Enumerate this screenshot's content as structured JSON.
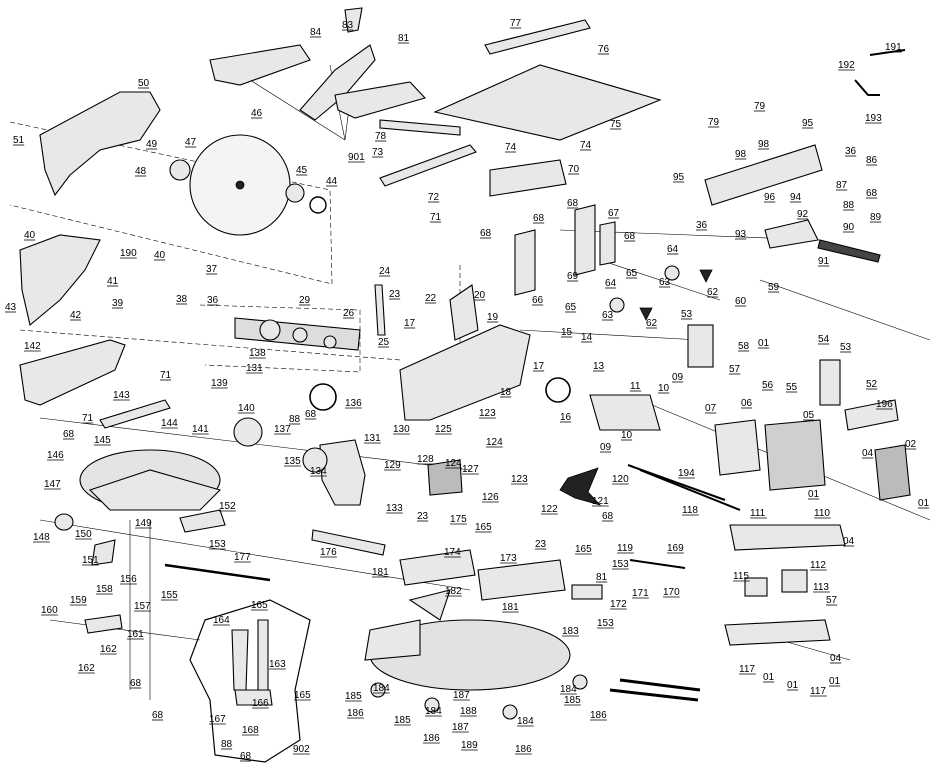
{
  "labels": [
    {
      "id": "l83",
      "text": "83"
    },
    {
      "id": "l84",
      "text": "84"
    },
    {
      "id": "l81",
      "text": "81"
    },
    {
      "id": "l77",
      "text": "77"
    },
    {
      "id": "l76",
      "text": "76"
    },
    {
      "id": "l191",
      "text": "191"
    },
    {
      "id": "l192",
      "text": "192"
    },
    {
      "id": "l193",
      "text": "193"
    },
    {
      "id": "l50",
      "text": "50"
    },
    {
      "id": "l46",
      "text": "46"
    },
    {
      "id": "l51",
      "text": "51"
    },
    {
      "id": "l49",
      "text": "49"
    },
    {
      "id": "l47",
      "text": "47"
    },
    {
      "id": "l48",
      "text": "48"
    },
    {
      "id": "l45",
      "text": "45"
    },
    {
      "id": "l44",
      "text": "44"
    },
    {
      "id": "l78",
      "text": "78"
    },
    {
      "id": "l901",
      "text": "901"
    },
    {
      "id": "l75",
      "text": "75"
    },
    {
      "id": "l73",
      "text": "73"
    },
    {
      "id": "l74a",
      "text": "74"
    },
    {
      "id": "l74b",
      "text": "74"
    },
    {
      "id": "l70",
      "text": "70"
    },
    {
      "id": "l72",
      "text": "72"
    },
    {
      "id": "l71a",
      "text": "71"
    },
    {
      "id": "l68a",
      "text": "68"
    },
    {
      "id": "l68b",
      "text": "68"
    },
    {
      "id": "l68c",
      "text": "68"
    },
    {
      "id": "l67",
      "text": "67"
    },
    {
      "id": "l68d",
      "text": "68"
    },
    {
      "id": "l79a",
      "text": "79"
    },
    {
      "id": "l79b",
      "text": "79"
    },
    {
      "id": "l98a",
      "text": "98"
    },
    {
      "id": "l98b",
      "text": "98"
    },
    {
      "id": "l95a",
      "text": "95"
    },
    {
      "id": "l36a",
      "text": "36"
    },
    {
      "id": "l86",
      "text": "86"
    },
    {
      "id": "l87",
      "text": "87"
    },
    {
      "id": "l68e",
      "text": "68"
    },
    {
      "id": "l88a",
      "text": "88"
    },
    {
      "id": "l89",
      "text": "89"
    },
    {
      "id": "l95b",
      "text": "95"
    },
    {
      "id": "l96",
      "text": "96"
    },
    {
      "id": "l94",
      "text": "94"
    },
    {
      "id": "l92",
      "text": "92"
    },
    {
      "id": "l36b",
      "text": "36"
    },
    {
      "id": "l93",
      "text": "93"
    },
    {
      "id": "l90",
      "text": "90"
    },
    {
      "id": "l91",
      "text": "91"
    },
    {
      "id": "l40a",
      "text": "40"
    },
    {
      "id": "l190",
      "text": "190"
    },
    {
      "id": "l40b",
      "text": "40"
    },
    {
      "id": "l41",
      "text": "41"
    },
    {
      "id": "l37",
      "text": "37"
    },
    {
      "id": "l43",
      "text": "43"
    },
    {
      "id": "l42",
      "text": "42"
    },
    {
      "id": "l39",
      "text": "39"
    },
    {
      "id": "l38",
      "text": "38"
    },
    {
      "id": "l36c",
      "text": "36"
    },
    {
      "id": "l24",
      "text": "24"
    },
    {
      "id": "l20",
      "text": "20"
    },
    {
      "id": "l29",
      "text": "29"
    },
    {
      "id": "l23",
      "text": "23"
    },
    {
      "id": "l22",
      "text": "22"
    },
    {
      "id": "l17a",
      "text": "17"
    },
    {
      "id": "l26",
      "text": "26"
    },
    {
      "id": "l25",
      "text": "25"
    },
    {
      "id": "l69",
      "text": "69"
    },
    {
      "id": "l66",
      "text": "66"
    },
    {
      "id": "l65a",
      "text": "65"
    },
    {
      "id": "l64a",
      "text": "64"
    },
    {
      "id": "l63a",
      "text": "63"
    },
    {
      "id": "l62a",
      "text": "62"
    },
    {
      "id": "l65b",
      "text": "65"
    },
    {
      "id": "l64b",
      "text": "64"
    },
    {
      "id": "l63b",
      "text": "63"
    },
    {
      "id": "l62b",
      "text": "62"
    },
    {
      "id": "l60",
      "text": "60"
    },
    {
      "id": "l59",
      "text": "59"
    },
    {
      "id": "l53a",
      "text": "53"
    },
    {
      "id": "l58",
      "text": "58"
    },
    {
      "id": "l01a",
      "text": "01"
    },
    {
      "id": "l54",
      "text": "54"
    },
    {
      "id": "l53b",
      "text": "53"
    },
    {
      "id": "l57a",
      "text": "57"
    },
    {
      "id": "l56",
      "text": "56"
    },
    {
      "id": "l55",
      "text": "55"
    },
    {
      "id": "l52",
      "text": "52"
    },
    {
      "id": "l142",
      "text": "142"
    },
    {
      "id": "l138",
      "text": "138"
    },
    {
      "id": "l131a",
      "text": "131"
    },
    {
      "id": "l19",
      "text": "19"
    },
    {
      "id": "l15",
      "text": "15"
    },
    {
      "id": "l14",
      "text": "14"
    },
    {
      "id": "l13",
      "text": "13"
    },
    {
      "id": "l71b",
      "text": "71"
    },
    {
      "id": "l143",
      "text": "143"
    },
    {
      "id": "l139",
      "text": "139"
    },
    {
      "id": "l140",
      "text": "140"
    },
    {
      "id": "l136",
      "text": "136"
    },
    {
      "id": "l88b",
      "text": "88"
    },
    {
      "id": "l68f",
      "text": "68"
    },
    {
      "id": "l137",
      "text": "137"
    },
    {
      "id": "l71c",
      "text": "71"
    },
    {
      "id": "l144",
      "text": "144"
    },
    {
      "id": "l141",
      "text": "141"
    },
    {
      "id": "l17b",
      "text": "17"
    },
    {
      "id": "l18",
      "text": "18"
    },
    {
      "id": "l16",
      "text": "16"
    },
    {
      "id": "l11",
      "text": "11"
    },
    {
      "id": "l10a",
      "text": "10"
    },
    {
      "id": "l09a",
      "text": "09"
    },
    {
      "id": "l07",
      "text": "07"
    },
    {
      "id": "l06",
      "text": "06"
    },
    {
      "id": "l05",
      "text": "05"
    },
    {
      "id": "l196",
      "text": "196"
    },
    {
      "id": "l02",
      "text": "02"
    },
    {
      "id": "l68g",
      "text": "68"
    },
    {
      "id": "l145",
      "text": "145"
    },
    {
      "id": "l135",
      "text": "135"
    },
    {
      "id": "l131b",
      "text": "131"
    },
    {
      "id": "l130",
      "text": "130"
    },
    {
      "id": "l125",
      "text": "125"
    },
    {
      "id": "l123a",
      "text": "123"
    },
    {
      "id": "l124a",
      "text": "124"
    },
    {
      "id": "l10b",
      "text": "10"
    },
    {
      "id": "l09b",
      "text": "09"
    },
    {
      "id": "l04a",
      "text": "04"
    },
    {
      "id": "l146",
      "text": "146"
    },
    {
      "id": "l134",
      "text": "134"
    },
    {
      "id": "l129",
      "text": "129"
    },
    {
      "id": "l128",
      "text": "128"
    },
    {
      "id": "l124b",
      "text": "124"
    },
    {
      "id": "l127",
      "text": "127"
    },
    {
      "id": "l120",
      "text": "120"
    },
    {
      "id": "l194",
      "text": "194"
    },
    {
      "id": "l147",
      "text": "147"
    },
    {
      "id": "l126",
      "text": "126"
    },
    {
      "id": "l123b",
      "text": "123"
    },
    {
      "id": "l121",
      "text": "121"
    },
    {
      "id": "l122",
      "text": "122"
    },
    {
      "id": "l118",
      "text": "118"
    },
    {
      "id": "l01b",
      "text": "01"
    },
    {
      "id": "l01c",
      "text": "01"
    },
    {
      "id": "l152",
      "text": "152"
    },
    {
      "id": "l133",
      "text": "133"
    },
    {
      "id": "l68h",
      "text": "68"
    },
    {
      "id": "l111",
      "text": "111"
    },
    {
      "id": "l110",
      "text": "110"
    },
    {
      "id": "l148",
      "text": "148"
    },
    {
      "id": "l149",
      "text": "149"
    },
    {
      "id": "l150",
      "text": "150"
    },
    {
      "id": "l23b",
      "text": "23"
    },
    {
      "id": "l175",
      "text": "175"
    },
    {
      "id": "l165a",
      "text": "165"
    },
    {
      "id": "l153a",
      "text": "153"
    },
    {
      "id": "l176",
      "text": "176"
    },
    {
      "id": "l174",
      "text": "174"
    },
    {
      "id": "l23c",
      "text": "23"
    },
    {
      "id": "l119",
      "text": "119"
    },
    {
      "id": "l04b",
      "text": "04"
    },
    {
      "id": "l151",
      "text": "151"
    },
    {
      "id": "l177",
      "text": "177"
    },
    {
      "id": "l173",
      "text": "173"
    },
    {
      "id": "l165b",
      "text": "165"
    },
    {
      "id": "l169",
      "text": "169"
    },
    {
      "id": "l112",
      "text": "112"
    },
    {
      "id": "l181a",
      "text": "181"
    },
    {
      "id": "l153b",
      "text": "153"
    },
    {
      "id": "l115",
      "text": "115"
    },
    {
      "id": "l158",
      "text": "158"
    },
    {
      "id": "l156",
      "text": "156"
    },
    {
      "id": "l81b",
      "text": "81"
    },
    {
      "id": "l171",
      "text": "171"
    },
    {
      "id": "l113",
      "text": "113"
    },
    {
      "id": "l159",
      "text": "159"
    },
    {
      "id": "l157",
      "text": "157"
    },
    {
      "id": "l155",
      "text": "155"
    },
    {
      "id": "l182",
      "text": "182"
    },
    {
      "id": "l172",
      "text": "172"
    },
    {
      "id": "l170",
      "text": "170"
    },
    {
      "id": "l57b",
      "text": "57"
    },
    {
      "id": "l160",
      "text": "160"
    },
    {
      "id": "l165c",
      "text": "165"
    },
    {
      "id": "l181b",
      "text": "181"
    },
    {
      "id": "l153c",
      "text": "153"
    },
    {
      "id": "l161",
      "text": "161"
    },
    {
      "id": "l164",
      "text": "164"
    },
    {
      "id": "l183",
      "text": "183"
    },
    {
      "id": "l162a",
      "text": "162"
    },
    {
      "id": "l163",
      "text": "163"
    },
    {
      "id": "l04c",
      "text": "04"
    },
    {
      "id": "l162b",
      "text": "162"
    },
    {
      "id": "l68i",
      "text": "68"
    },
    {
      "id": "l184a",
      "text": "184"
    },
    {
      "id": "l165d",
      "text": "165"
    },
    {
      "id": "l185a",
      "text": "185"
    },
    {
      "id": "l166",
      "text": "166"
    },
    {
      "id": "l187a",
      "text": "187"
    },
    {
      "id": "l184b",
      "text": "184"
    },
    {
      "id": "l185b",
      "text": "185"
    },
    {
      "id": "l117a",
      "text": "117"
    },
    {
      "id": "l01d",
      "text": "01"
    },
    {
      "id": "l01e",
      "text": "01"
    },
    {
      "id": "l117b",
      "text": "117"
    },
    {
      "id": "l01f",
      "text": "01"
    },
    {
      "id": "l68j",
      "text": "68"
    },
    {
      "id": "l186a",
      "text": "186"
    },
    {
      "id": "l167",
      "text": "167"
    },
    {
      "id": "l188",
      "text": "188"
    },
    {
      "id": "l186b",
      "text": "186"
    },
    {
      "id": "l185c",
      "text": "185"
    },
    {
      "id": "l184c",
      "text": "184"
    },
    {
      "id": "l184d",
      "text": "184"
    },
    {
      "id": "l168",
      "text": "168"
    },
    {
      "id": "l187b",
      "text": "187"
    },
    {
      "id": "l186c",
      "text": "186"
    },
    {
      "id": "l88c",
      "text": "88"
    },
    {
      "id": "l68k",
      "text": "68"
    },
    {
      "id": "l189",
      "text": "189"
    },
    {
      "id": "l186d",
      "text": "186"
    },
    {
      "id": "l902",
      "text": "902"
    }
  ]
}
